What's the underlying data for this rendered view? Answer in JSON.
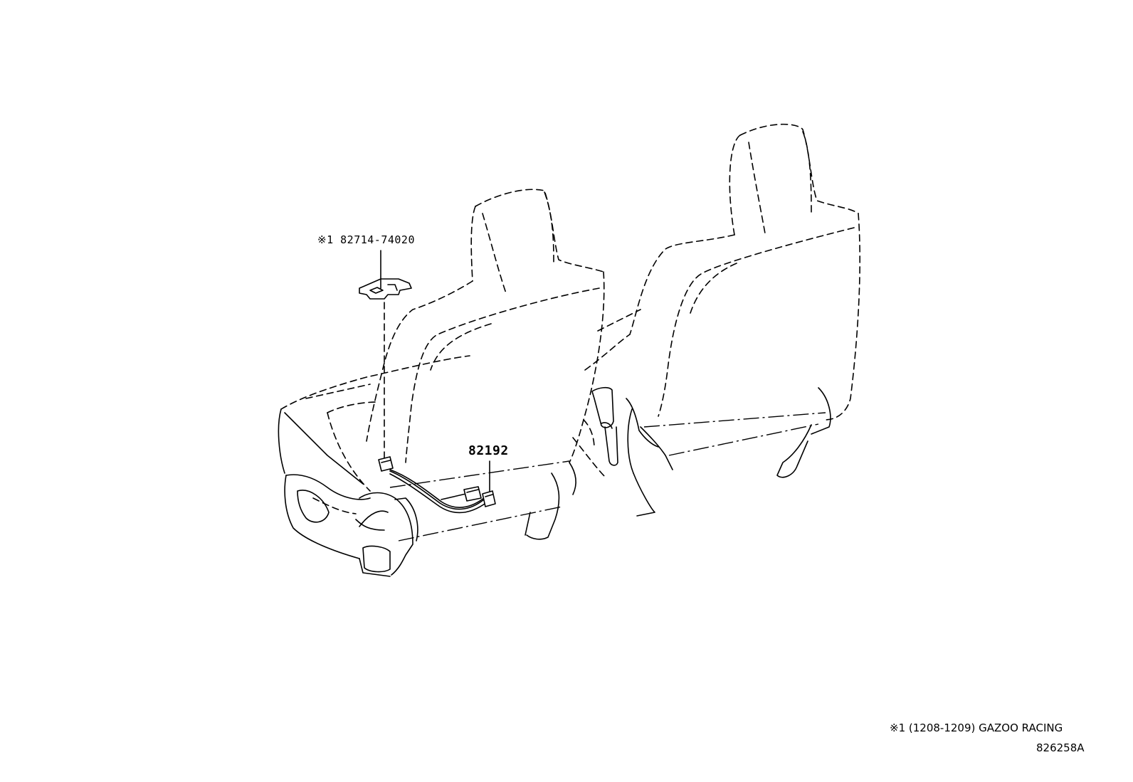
{
  "callouts": {
    "bracket_part": "※1 82714-74020",
    "harness_part": "82192"
  },
  "footnote": {
    "note": "※1 (1208-1209) GAZOO RACING",
    "illustration_number": "826258A"
  }
}
